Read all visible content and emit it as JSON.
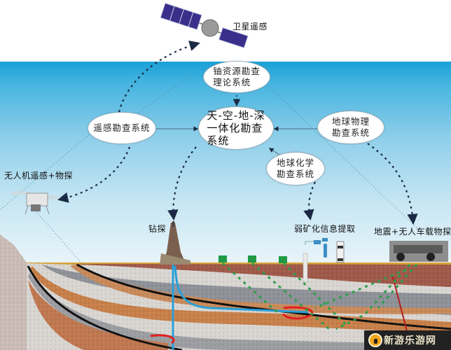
{
  "diagram": {
    "type": "exploration-system-diagram",
    "colors": {
      "sky_top": "#ffffff",
      "sky_blue": "#1aa0d6",
      "ellipse_fill": "#ffffff",
      "dotted_arrow": "#1a2a44",
      "drill_line": "#2aa0d8",
      "ore_highlight": "#e02020",
      "seismic_dots": "#2e9e4a",
      "fault_line": "#b02020",
      "surface_soil": "#d8a33a",
      "rock_orange": "#c8804a",
      "rock_gray": "#8f9298",
      "boundary_black": "#111111",
      "sensor_green": "#1e9a44"
    },
    "nodes": {
      "center": "天-空-地-深\n一体化勘查\n系统",
      "uranium_theory": "铀资源勘查\n理论系统",
      "remote_sensing": "遥感勘查系统",
      "geophysics": "地球物理\n勘查系统",
      "geochemistry": "地球化学\n勘查系统"
    },
    "labels": {
      "satellite": "卫星遥感",
      "drone": "无人机遥感+物探",
      "drilling": "钻探",
      "weak_mineral": "弱矿化信息提取",
      "seismic_vehicle": "地震+无人车载物探"
    },
    "watermark": "新游乐游网",
    "icons": [
      "satellite-icon",
      "drone-icon",
      "drill-rig-icon",
      "lab-equipment-icon",
      "seismic-truck-icon",
      "sensor-box-icon"
    ]
  }
}
